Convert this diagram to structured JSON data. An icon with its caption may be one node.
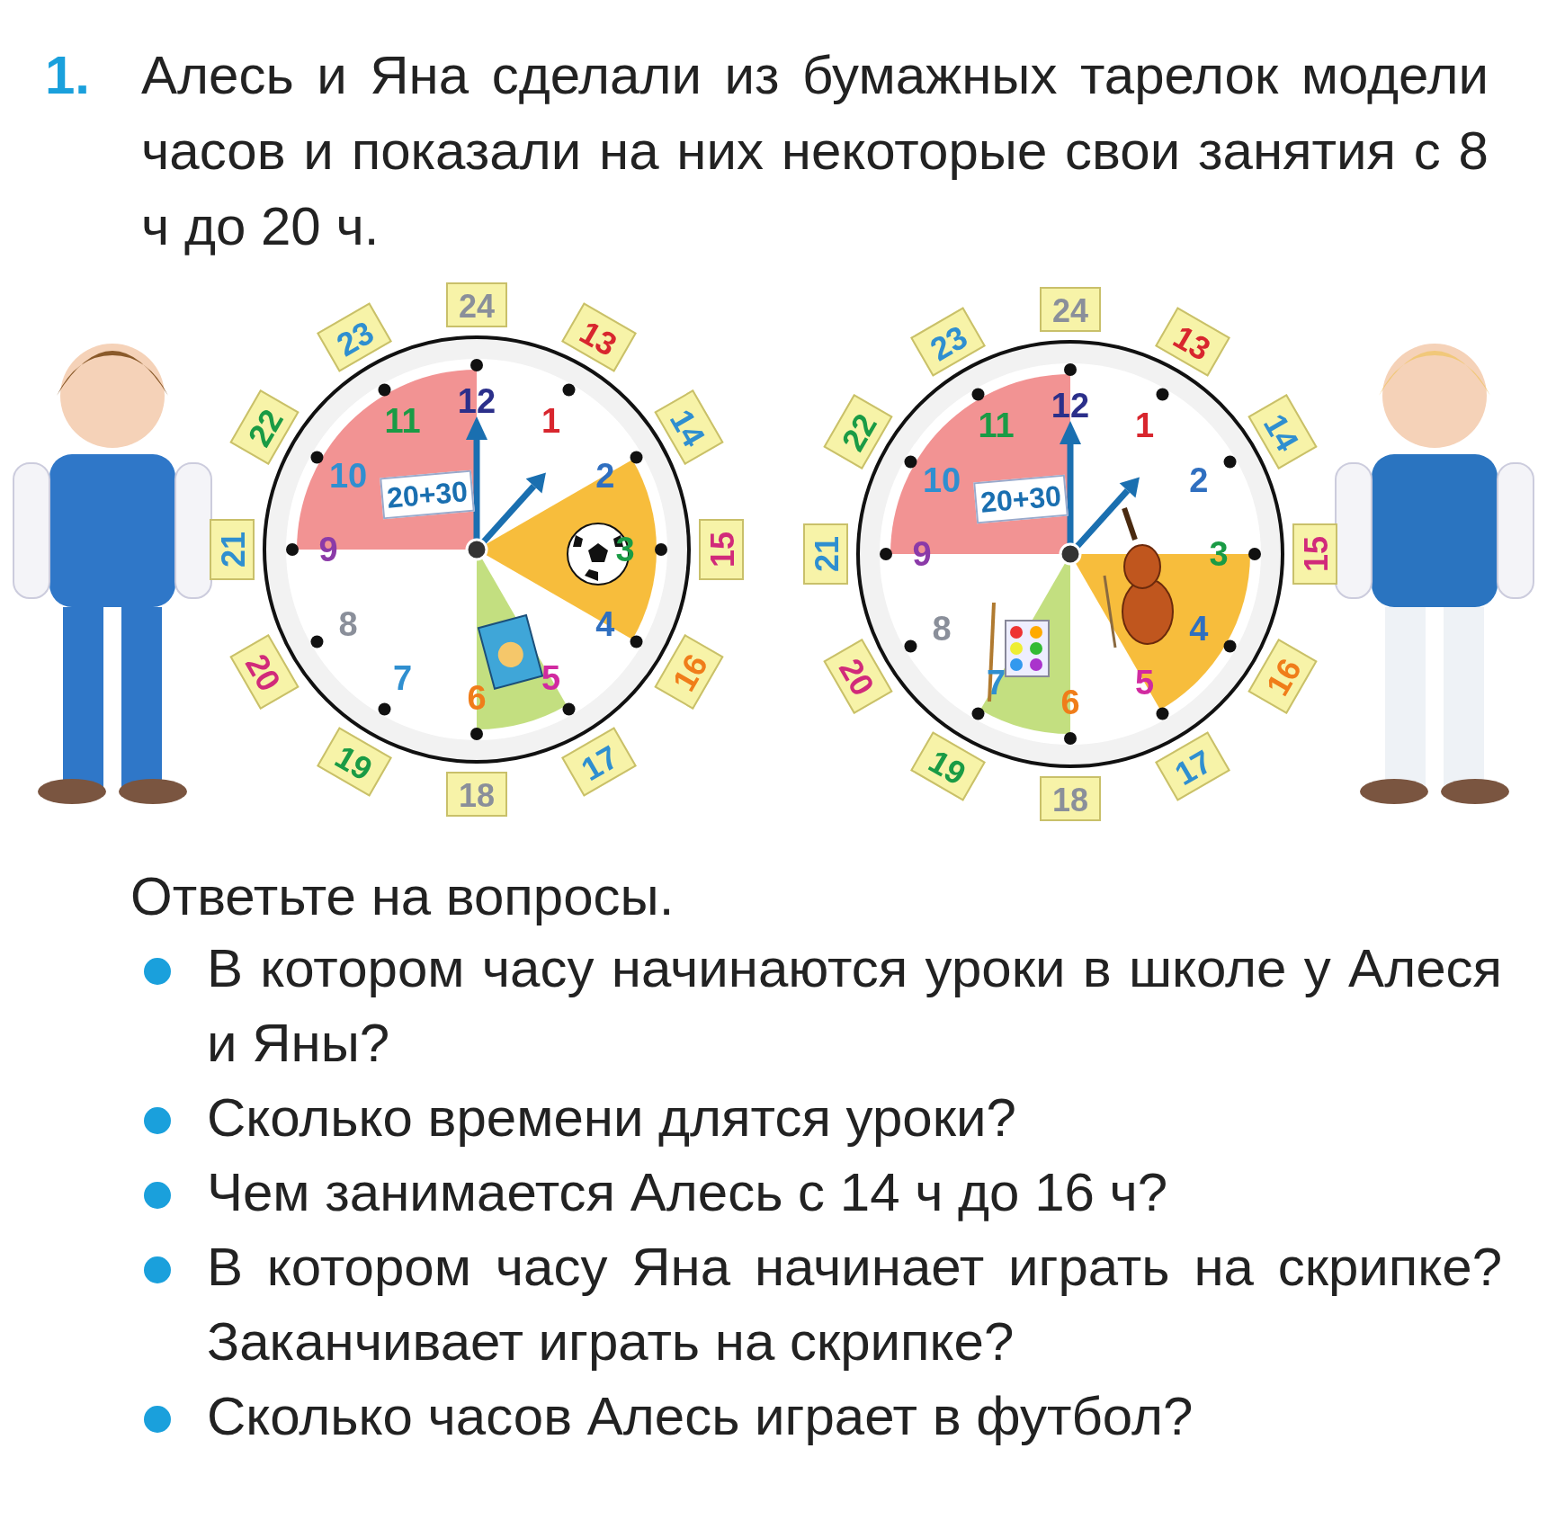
{
  "diagram": {
    "labels": [
      "1.",
      "Алесь и Яна сделали из бумажных тарелок модели часов и показали на них некоторые свои занятия с 8 ч до 20 ч.",
      "1",
      "2",
      "3",
      "4",
      "5",
      "6",
      "7",
      "8",
      "9",
      "10",
      "11",
      "12",
      "13",
      "14",
      "15",
      "16",
      "17",
      "18",
      "19",
      "20",
      "21",
      "22",
      "23",
      "24",
      "20+30",
      "1",
      "2",
      "3",
      "4",
      "5",
      "6",
      "7",
      "8",
      "9",
      "10",
      "11",
      "12",
      "13",
      "14",
      "15",
      "16",
      "17",
      "18",
      "19",
      "20",
      "21",
      "22",
      "23",
      "24",
      "20+30",
      "Ответьте на вопросы.",
      "В котором часу начинаются уроки в школе у Алеся и Яны?",
      "Сколько времени длятся уроки?",
      "Чем занимается Алесь с 14 ч до 16 ч?",
      "В котором часу Яна начинает играть на скрипке? Заканчивает играть на скрипке?",
      "Сколько часов Алесь играет в футбол?"
    ]
  }
}
